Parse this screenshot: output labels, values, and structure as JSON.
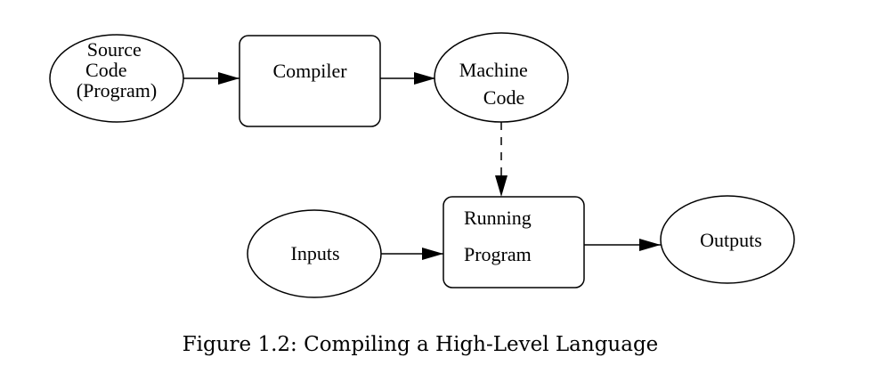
{
  "diagram": {
    "nodes": {
      "source_code": {
        "shape": "ellipse",
        "lines": [
          "Source",
          "Code",
          "(Program)"
        ]
      },
      "compiler": {
        "shape": "rounded-rect",
        "lines": [
          "Compiler"
        ]
      },
      "machine_code": {
        "shape": "ellipse",
        "lines": [
          "Machine",
          "Code"
        ]
      },
      "running_program": {
        "shape": "rounded-rect",
        "lines": [
          "Running",
          "Program"
        ]
      },
      "inputs": {
        "shape": "ellipse",
        "lines": [
          "Inputs"
        ]
      },
      "outputs": {
        "shape": "ellipse",
        "lines": [
          "Outputs"
        ]
      }
    },
    "edges": [
      {
        "from": "source_code",
        "to": "compiler",
        "style": "solid"
      },
      {
        "from": "compiler",
        "to": "machine_code",
        "style": "solid"
      },
      {
        "from": "machine_code",
        "to": "running_program",
        "style": "dashed"
      },
      {
        "from": "inputs",
        "to": "running_program",
        "style": "solid"
      },
      {
        "from": "running_program",
        "to": "outputs",
        "style": "solid"
      }
    ]
  },
  "caption": "Figure 1.2: Compiling a High-Level Language"
}
